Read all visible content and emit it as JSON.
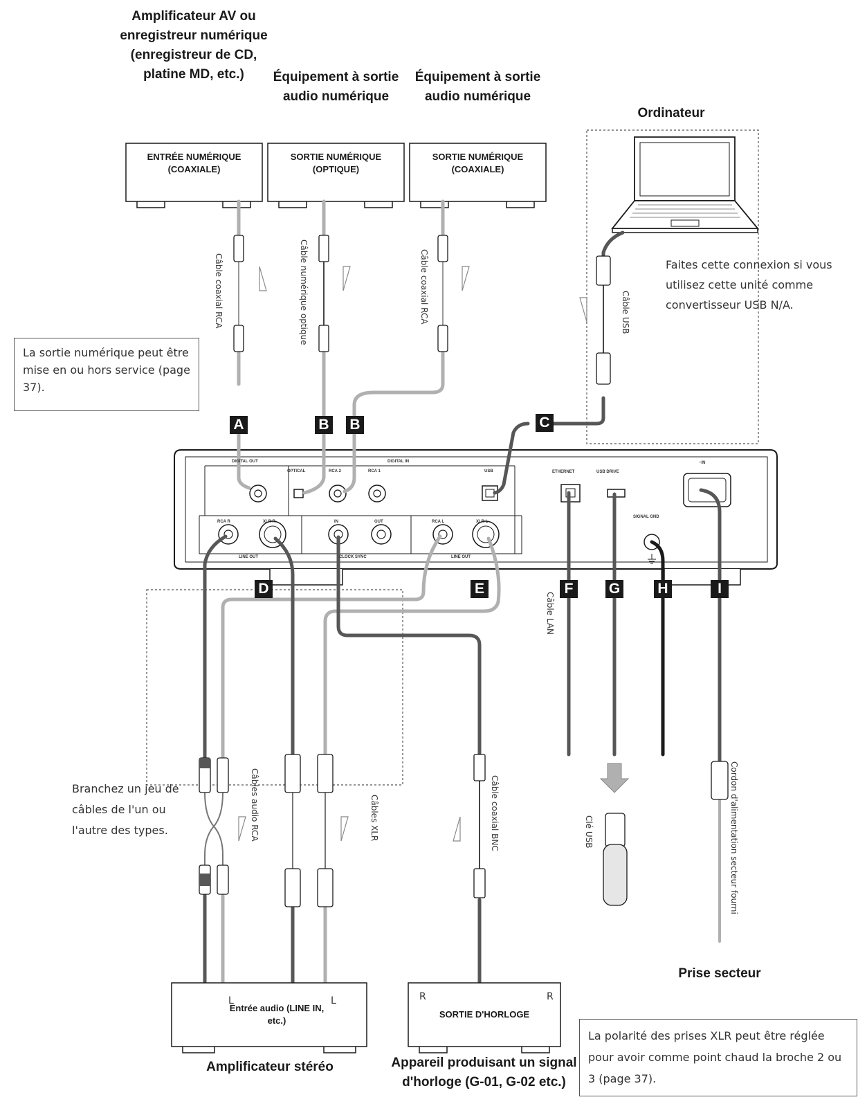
{
  "headings": {
    "av_amp": "Amplificateur AV ou enregistreur numérique (enregistreur de CD, platine MD, etc.)",
    "equip_optical": "Équipement à sortie audio numérique",
    "equip_coaxial": "Équipement à sortie audio numérique",
    "computer": "Ordinateur",
    "stereo_amp": "Amplificateur stéréo",
    "clock_device": "Appareil produisant un signal d'horloge (G-01, G-02 etc.)",
    "mains": "Prise secteur"
  },
  "device_labels": {
    "av_amp": "ENTRÉE NUMÉRIQUE (COAXIALE)",
    "equip_optical": "SORTIE NUMÉRIQUE (OPTIQUE)",
    "equip_coaxial": "SORTIE NUMÉRIQUE (COAXIALE)",
    "stereo_amp": "Entrée audio (LINE IN, etc.)",
    "clock_device": "SORTIE D'HORLOGE"
  },
  "notes": {
    "digital_out": "La sortie numérique peut être mise en ou hors service (page 37).",
    "usb_dac": "Faites cette connexion si vous utilisez cette unité comme convertisseur USB N/A.",
    "cable_choice": "Branchez un jeu de câbles de l'un ou l'autre des types.",
    "xlr_polarity": "La polarité des prises XLR peut être réglée pour avoir comme point chaud la broche 2 ou 3 (page 37)."
  },
  "cables": {
    "coax_rca_a": "Câble coaxial RCA",
    "optical": "Câble numérique optique",
    "coax_rca_b": "Câble coaxial RCA",
    "usb": "Câble USB",
    "lan": "Câble LAN",
    "rca_audio": "Câbles audio RCA",
    "xlr": "Câbles XLR",
    "bnc": "Câble coaxial BNC",
    "usb_key": "Clé USB",
    "power": "Cordon d'alimentation secteur fourni"
  },
  "badges": [
    "A",
    "B",
    "B",
    "C",
    "D",
    "E",
    "F",
    "G",
    "H",
    "I"
  ],
  "channel_marks": {
    "rca_left": "L",
    "xlr_left": "L",
    "clock_left": "R",
    "clock_right": "R"
  },
  "panel_labels": {
    "digital_out": "DIGITAL OUT",
    "digital_in": "DIGITAL IN",
    "optical": "OPTICAL",
    "rca2": "RCA 2",
    "rca1": "RCA 1",
    "usb": "USB",
    "ethernet": "ETHERNET",
    "usb_drive": "USB DRIVE",
    "ac_in": "~IN",
    "signal_gnd": "SIGNAL GND",
    "rca_r": "RCA R",
    "xlr_r": "XLR R",
    "line_out_r": "LINE OUT",
    "clock_in": "IN",
    "clock_out": "OUT",
    "clock_sync": "CLOCK SYNC",
    "rca_l": "RCA L",
    "xlr_l": "XLR L",
    "line_out_l": "LINE OUT"
  },
  "colors": {
    "cable_dark": "#575757",
    "cable_light": "#b0b0b0",
    "outline": "#1a1a1a",
    "badge": "#1a1a1a"
  }
}
